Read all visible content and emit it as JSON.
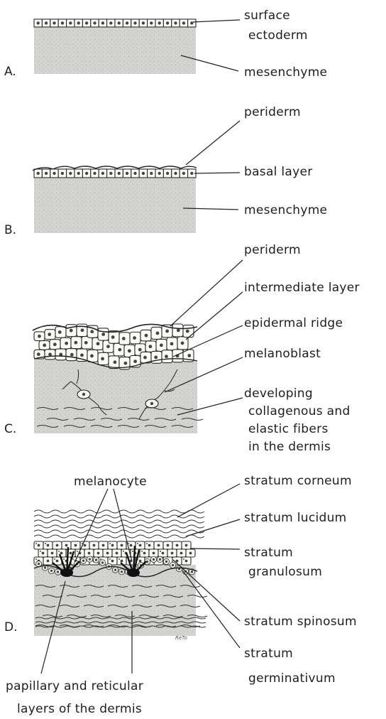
{
  "panels": [
    {
      "id": "A",
      "letter": "A.",
      "labels": {
        "surface": "surface",
        "ectoderm": "ectoderm",
        "mesenchyme": "mesenchyme"
      }
    },
    {
      "id": "B",
      "letter": "B.",
      "labels": {
        "periderm": "periderm",
        "basal": "basal layer",
        "mesenchyme": "mesenchyme"
      }
    },
    {
      "id": "C",
      "letter": "C.",
      "labels": {
        "periderm": "periderm",
        "intermediate": "intermediate layer",
        "ridge": "epidermal ridge",
        "melanoblast": "melanoblast",
        "dev1": "developing",
        "dev2": "collagenous and",
        "dev3": "elastic fibers",
        "dev4": "in the dermis"
      }
    },
    {
      "id": "D",
      "letter": "D.",
      "labels": {
        "melanocyte": "melanocyte",
        "corneum": "stratum corneum",
        "lucidum": "stratum lucidum",
        "gran1": "stratum",
        "gran2": "granulosum",
        "spinosum": "stratum spinosum",
        "germ1": "stratum",
        "germ2": "germinativum",
        "pap1": "papillary and reticular",
        "pap2": "layers of the dermis"
      }
    }
  ],
  "signature": "ReTo",
  "colors": {
    "stipple": "#cdcdcd",
    "ink": "#1e1e1e"
  }
}
